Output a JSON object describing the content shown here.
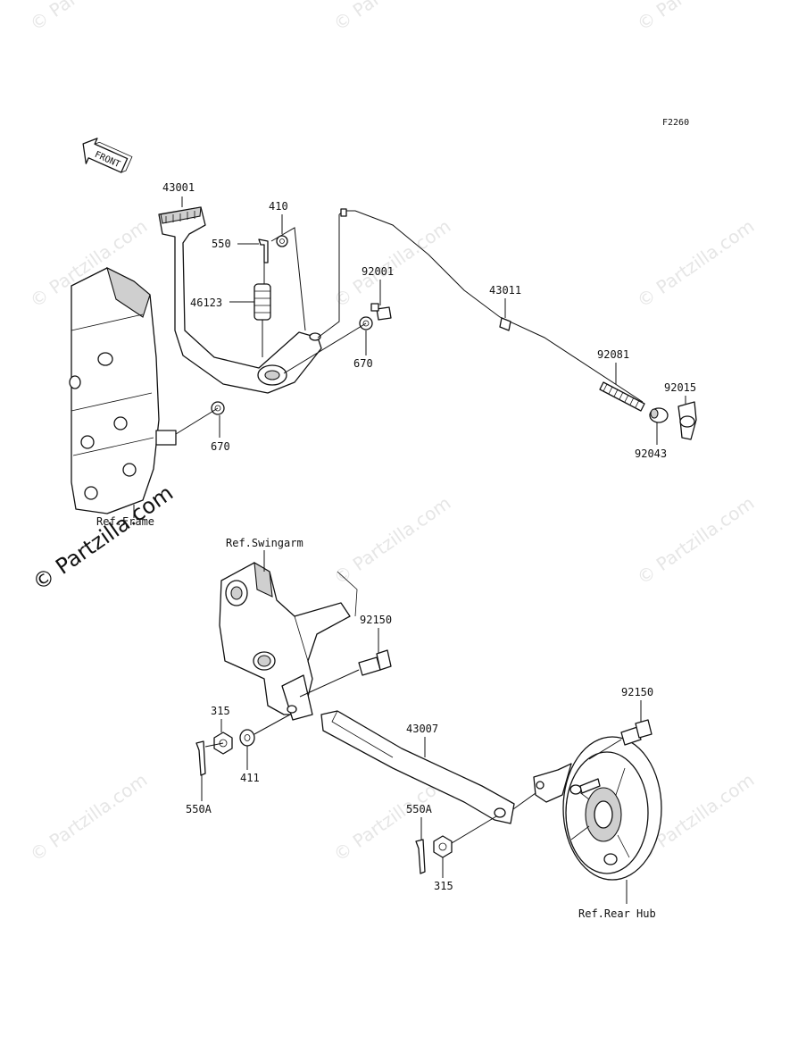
{
  "diagram_code": "F2260",
  "front_label": "FRONT",
  "watermark": "© Partzilla.com",
  "refs": {
    "frame": "Ref.Frame",
    "swingarm": "Ref.Swingarm",
    "rear_hub": "Ref.Rear Hub"
  },
  "parts": {
    "p43001": "43001",
    "p410": "410",
    "p550": "550",
    "p46123": "46123",
    "p92001": "92001",
    "p670a": "670",
    "p670b": "670",
    "p43011": "43011",
    "p92081": "92081",
    "p92015": "92015",
    "p92043": "92043",
    "p92150a": "92150",
    "p92150b": "92150",
    "p315a": "315",
    "p411": "411",
    "p550a_left": "550A",
    "p43007": "43007",
    "p550a_right": "550A",
    "p315b": "315"
  }
}
